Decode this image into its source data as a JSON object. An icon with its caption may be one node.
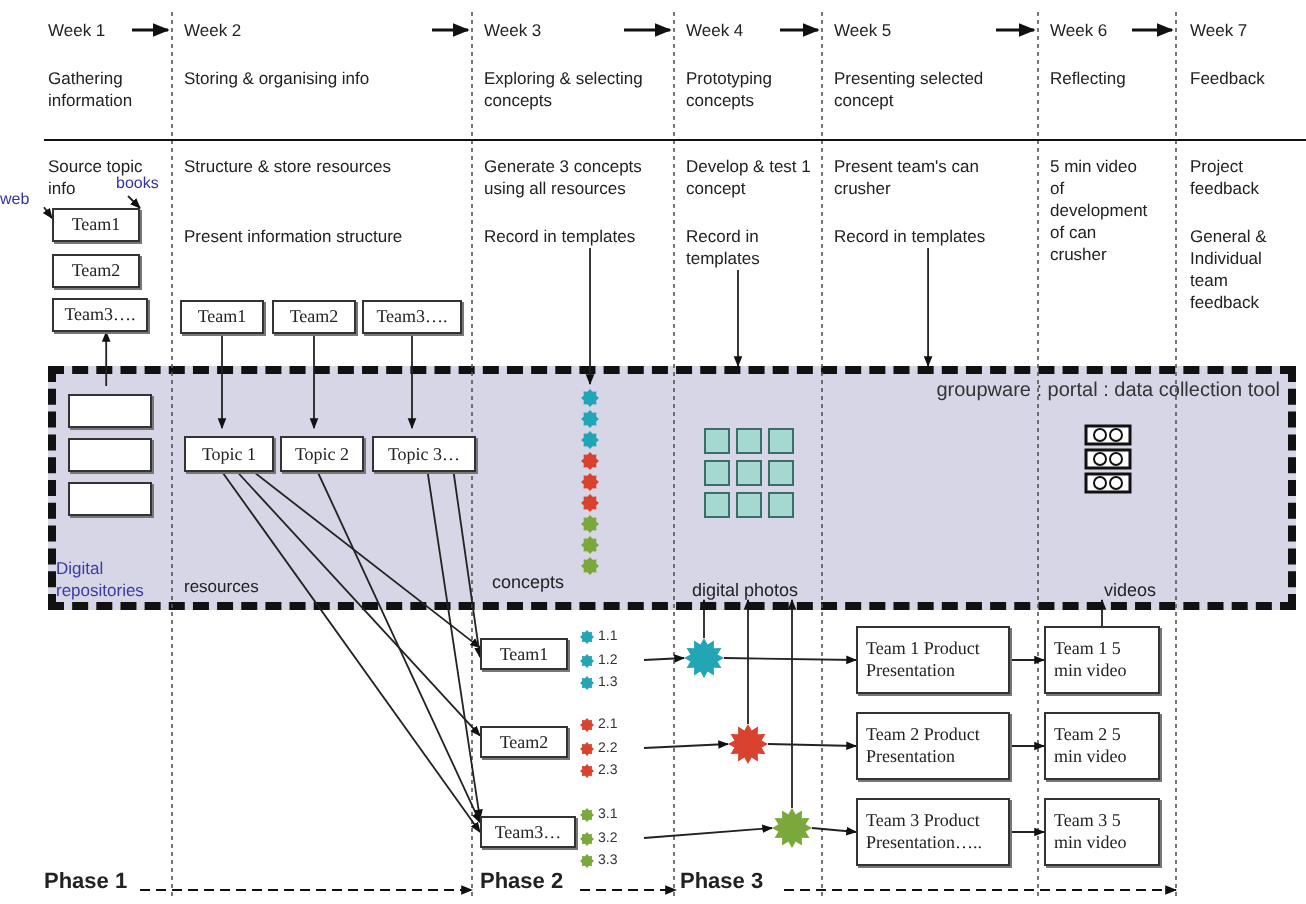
{
  "diagram": {
    "nodes": [
      {
        "text": [
          "web"
        ]
      },
      {
        "text": [
          "books"
        ]
      },
      {
        "text": [
          "Team1"
        ]
      },
      {
        "text": [
          "Team2"
        ]
      },
      {
        "text": [
          "Team3…."
        ]
      },
      {
        "text": [
          "groupware : portal : data collection tool"
        ]
      },
      {
        "text": [],
        "shape": "box",
        "in": 5
      },
      {
        "text": [],
        "shape": "box",
        "in": 5
      },
      {
        "text": [],
        "shape": "box",
        "in": 5
      },
      {
        "text": [
          "Team1"
        ]
      },
      {
        "text": [
          "Team2"
        ]
      },
      {
        "text": [
          "Team3…."
        ]
      },
      {
        "text": [
          "Topic 1"
        ],
        "in": 5
      },
      {
        "text": [
          "Topic 2"
        ],
        "in": 5
      },
      {
        "text": [
          "Topic 3…"
        ],
        "in": 5
      },
      {
        "text": [
          "concepts"
        ],
        "in": 5
      },
      {
        "text": [
          "digital photos"
        ],
        "in": 5
      },
      {
        "text": [
          "videos"
        ],
        "in": 5
      },
      {
        "text": [
          "Team1"
        ]
      },
      {
        "text": [
          "Team2"
        ]
      },
      {
        "text": [
          "Team3…"
        ]
      },
      {
        "text": [
          "1.1",
          "1.2",
          "1.3"
        ]
      },
      {
        "text": [
          "2.1",
          "2.2",
          "2.3"
        ]
      },
      {
        "text": [
          "3.1",
          "3.2",
          "3.3"
        ]
      },
      {
        "text": [],
        "shape": "star"
      },
      {
        "text": [],
        "shape": "star"
      },
      {
        "text": [],
        "shape": "star"
      },
      {
        "text": [
          "Team 1 Product Presentation"
        ]
      },
      {
        "text": [
          "Team 2 Product Presentation"
        ]
      },
      {
        "text": [
          "Team 3 Product Presentation….."
        ]
      },
      {
        "text": [
          "Team 1 5 min video"
        ]
      },
      {
        "text": [
          "Team 2 5 min video"
        ]
      },
      {
        "text": [
          "Team 3 5 min video"
        ]
      },
      {
        "text": [
          "Record in templates"
        ]
      },
      {
        "text": [
          "Record in templates"
        ]
      },
      {
        "text": [
          "Record in templates"
        ]
      }
    ],
    "edges": [
      {
        "from": 0,
        "to": 2,
        "arrow": "to"
      },
      {
        "from": 1,
        "to": 2,
        "arrow": "to"
      },
      {
        "from": 6,
        "to": 4,
        "arrow": "to"
      },
      {
        "from": 9,
        "to": 12,
        "arrow": "to"
      },
      {
        "from": 10,
        "to": 13,
        "arrow": "to"
      },
      {
        "from": 11,
        "to": 14,
        "arrow": "to"
      },
      {
        "from": 12,
        "to": 18,
        "arrow": "both"
      },
      {
        "from": 12,
        "to": 19,
        "arrow": "both"
      },
      {
        "from": 12,
        "to": 20,
        "arrow": "both"
      },
      {
        "from": 13,
        "to": 20,
        "arrow": "both"
      },
      {
        "from": 14,
        "to": 18,
        "arrow": "both"
      },
      {
        "from": 14,
        "to": 20,
        "arrow": "both"
      },
      {
        "from": 33,
        "to": 15,
        "arrow": "to"
      },
      {
        "from": 34,
        "to": 5,
        "arrow": "to"
      },
      {
        "from": 35,
        "to": 5,
        "arrow": "to"
      },
      {
        "from": 21,
        "to": 24,
        "arrow": "to"
      },
      {
        "from": 22,
        "to": 25,
        "arrow": "to"
      },
      {
        "from": 23,
        "to": 26,
        "arrow": "to"
      },
      {
        "from": 24,
        "to": 16,
        "arrow": "to"
      },
      {
        "from": 25,
        "to": 16,
        "arrow": "to"
      },
      {
        "from": 26,
        "to": 16,
        "arrow": "to"
      },
      {
        "from": 24,
        "to": 27,
        "arrow": "to"
      },
      {
        "from": 25,
        "to": 28,
        "arrow": "to"
      },
      {
        "from": 26,
        "to": 29,
        "arrow": "to"
      },
      {
        "from": 27,
        "to": 30,
        "arrow": "to"
      },
      {
        "from": 28,
        "to": 31,
        "arrow": "to"
      },
      {
        "from": 29,
        "to": 32,
        "arrow": "to"
      },
      {
        "from": 30,
        "to": 17,
        "arrow": "to"
      }
    ],
    "labels": [
      "Week 1",
      "Week 2",
      "Week 3",
      "Week 4",
      "Week 5",
      "Week 6",
      "Week 7",
      "Gathering information",
      "Storing & organising info",
      "Exploring & selecting concepts",
      "Prototyping concepts",
      "Presenting selected concept",
      "Reflecting",
      "Feedback",
      "Source topic info",
      "Structure & store resources",
      "Generate 3 concepts using all resources",
      "Develop & test 1 concept",
      "Present team's can crusher",
      "5 min video of development of can crusher",
      "Project feedback",
      "Present information structure",
      "General & Individual team feedback",
      "Digital repositories",
      "resources",
      "Phase 1",
      "Phase 2",
      "Phase 3"
    ]
  }
}
